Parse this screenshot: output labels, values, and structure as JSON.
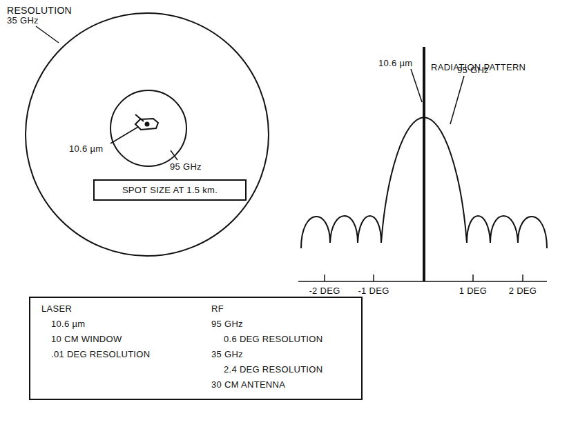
{
  "diagram": {
    "title": "RESOLUTION",
    "nodes": [
      {
        "text": [
          "SPOT SIZE AT 1.5 km."
        ]
      },
      {
        "text": [
          "LASER",
          "10.6 µm",
          "10 CM WINDOW",
          ".01 DEG RESOLUTION",
          "RF",
          "95 GHz",
          "0.6 DEG RESOLUTION",
          "35 GHz",
          "2.4 DEG RESOLUTION",
          "30 CM ANTENNA"
        ]
      }
    ],
    "labels": [
      "35 GHz",
      "10.6 µm",
      "95 GHz",
      "RADIATION PATTERN",
      "10.6 µm",
      "95 GHz",
      "-2 DEG",
      "-1 DEG",
      "1 DEG",
      "2 DEG"
    ]
  }
}
